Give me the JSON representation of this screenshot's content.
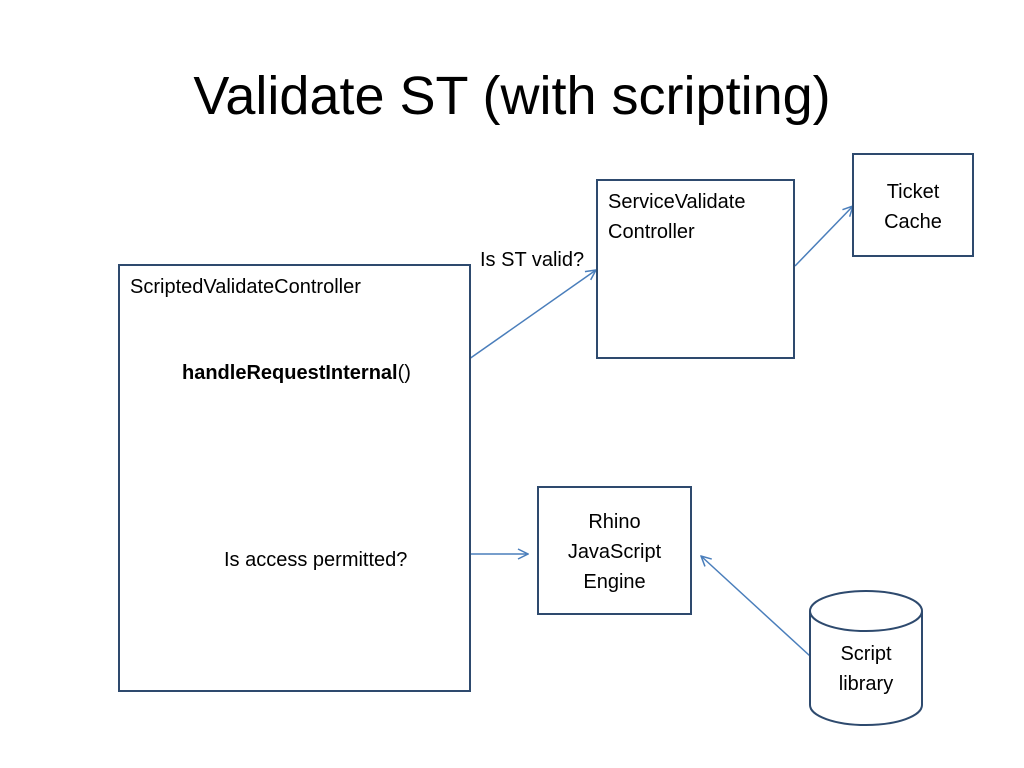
{
  "slide": {
    "title": "Validate ST (with scripting)"
  },
  "nodes": {
    "scripted_controller": {
      "label": "ScriptedValidateController",
      "method_name": "handleRequestInternal",
      "method_suffix": "()",
      "question": "Is access permitted?"
    },
    "service_controller": {
      "line1": "ServiceValidate",
      "line2": "Controller"
    },
    "ticket_cache": {
      "line1": "Ticket",
      "line2": "Cache"
    },
    "rhino_engine": {
      "line1": "Rhino",
      "line2": "JavaScript",
      "line3": "Engine"
    },
    "script_library": {
      "line1": "Script",
      "line2": "library"
    }
  },
  "edges": {
    "st_valid_label": "Is ST valid?"
  },
  "colors": {
    "box_border": "#2e4a6e",
    "arrow": "#4a7ebb"
  }
}
